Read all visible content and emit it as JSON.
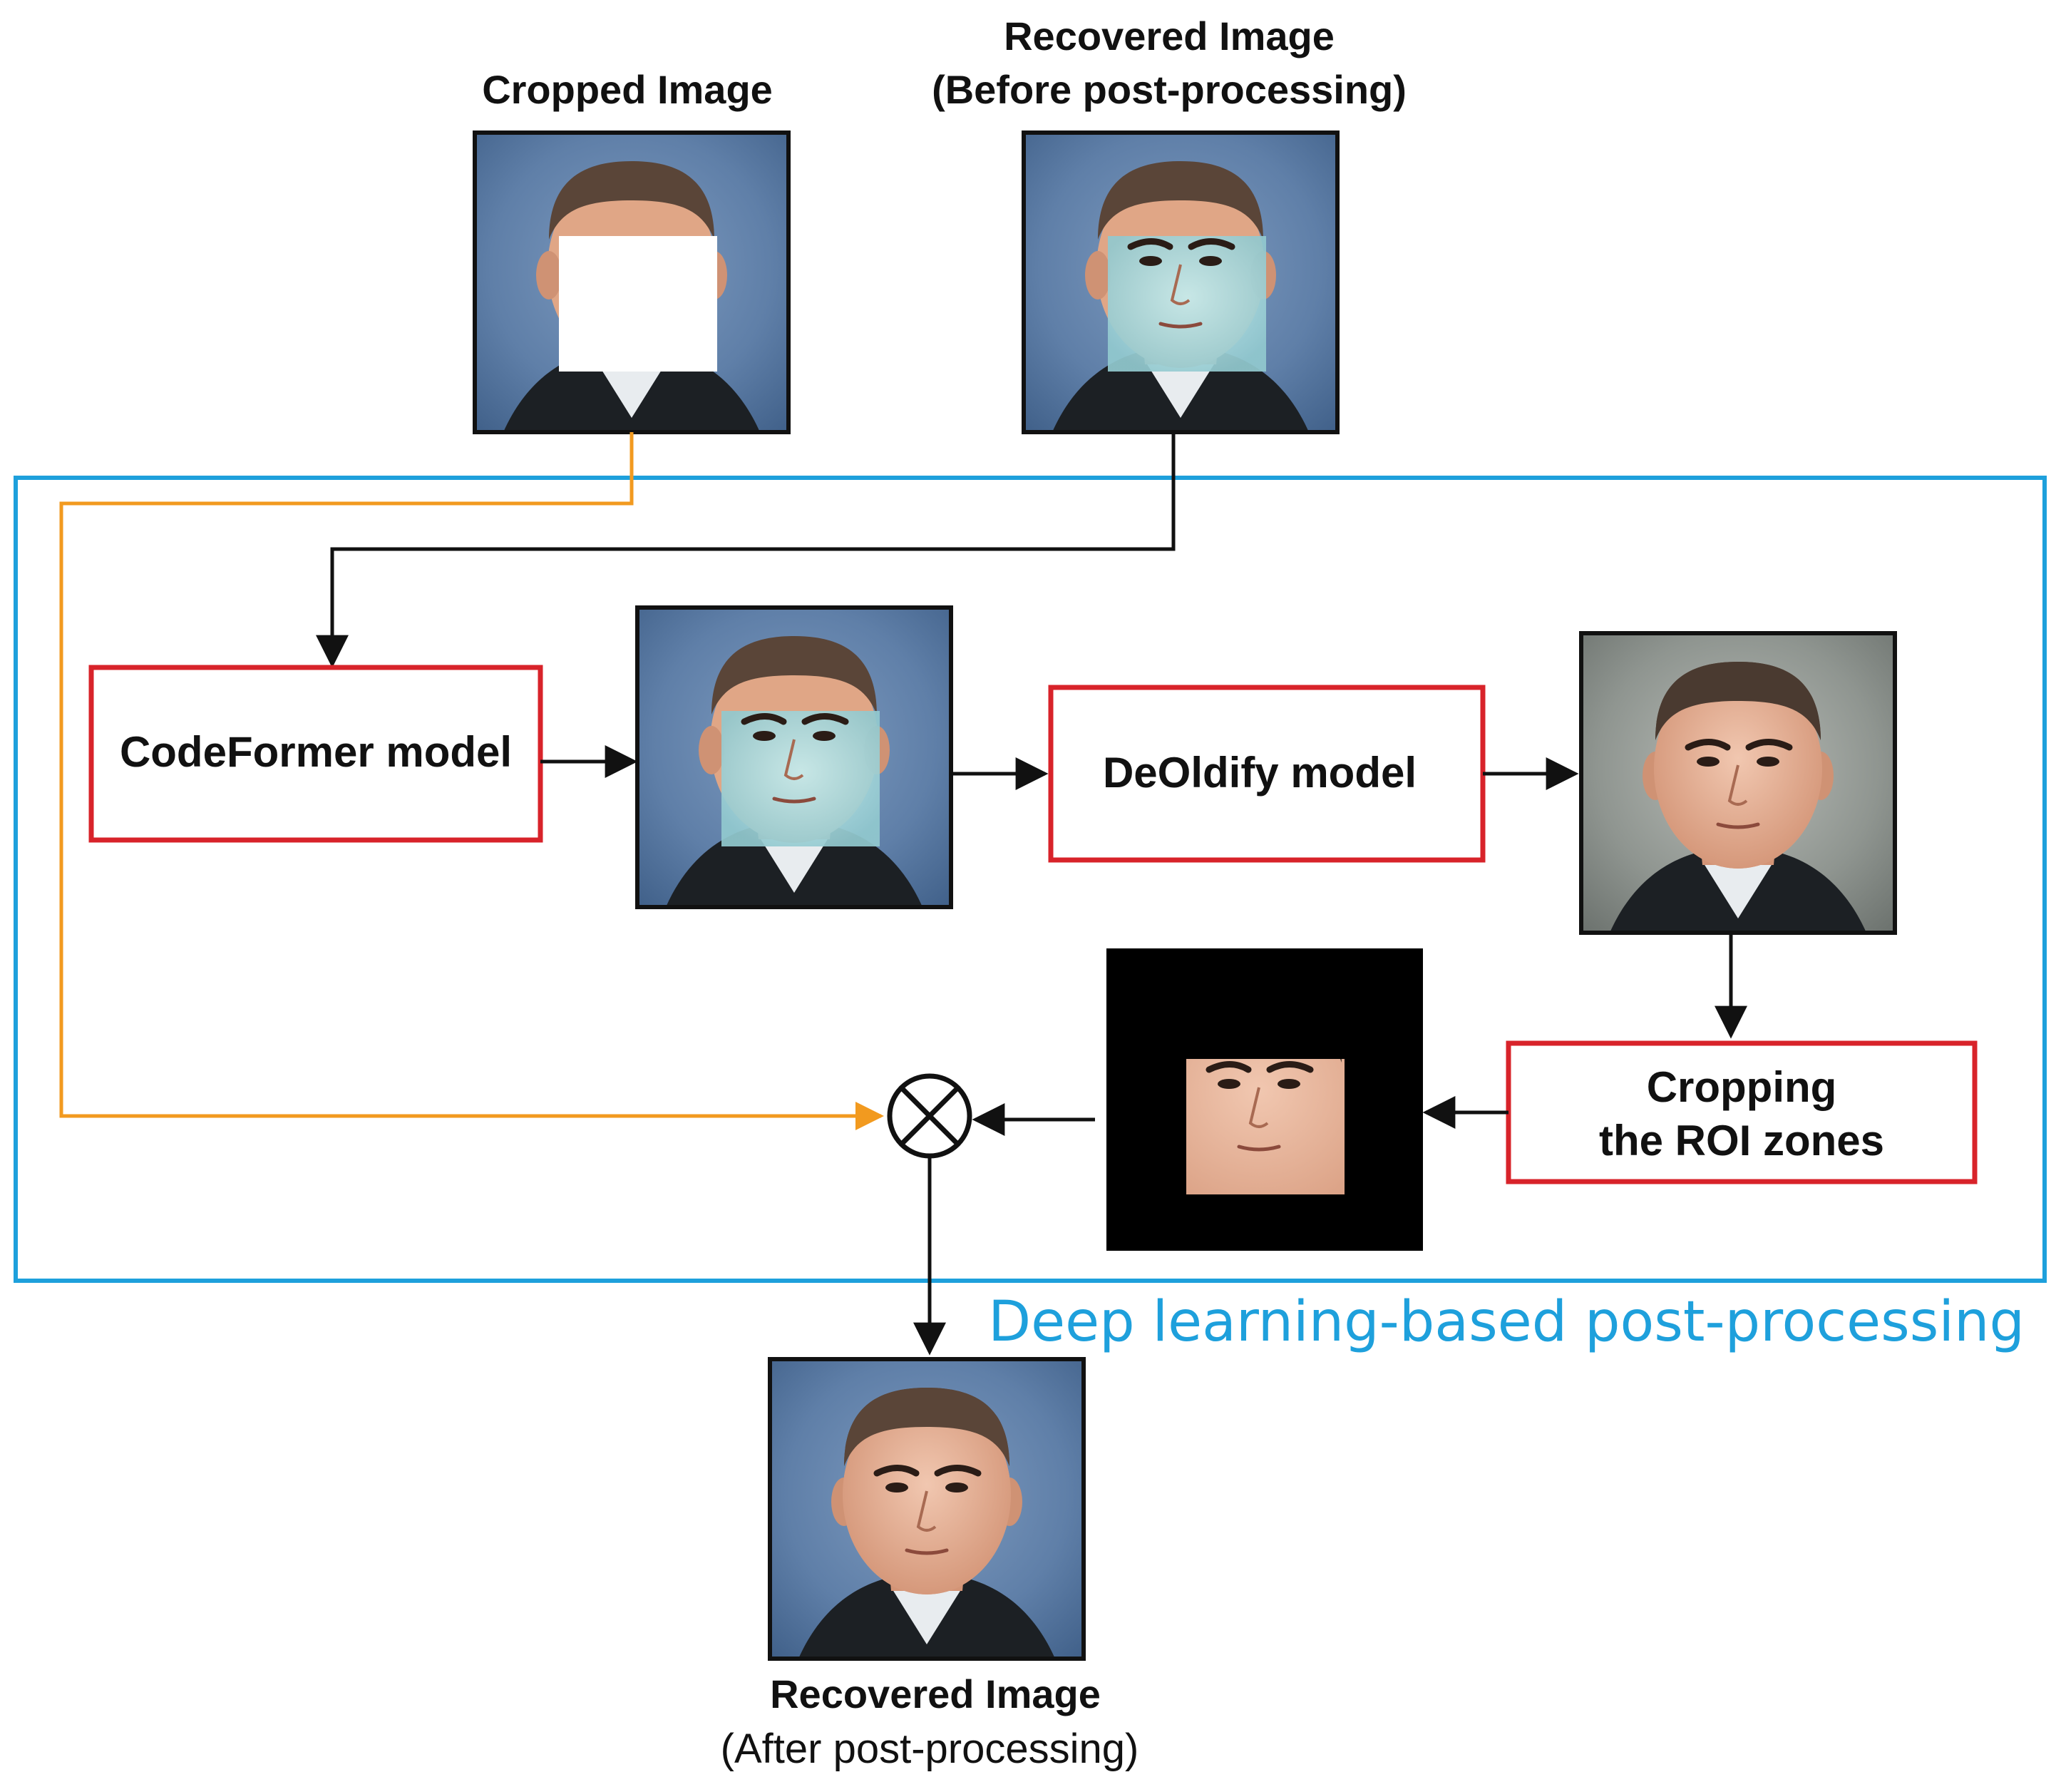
{
  "labels": {
    "cropped_image": "Cropped Image",
    "recovered_before_line1": "Recovered Image",
    "recovered_before_line2": "(Before post-processing)",
    "recovered_after_line1": "Recovered Image",
    "recovered_after_line2": "(After post-processing)"
  },
  "boxes": {
    "codeformer": "CodeFormer model",
    "deoldify": "DeOldify model",
    "cropping_line1": "Cropping",
    "cropping_line2": "the ROI zones"
  },
  "region": {
    "caption": "Deep learning-based post-processing"
  },
  "operator": {
    "symbol": "multiply-circle-icon"
  },
  "colors": {
    "region_border": "#1ea0dc",
    "box_border": "#d8232a",
    "orange_path": "#f29a1f",
    "arrow": "#111111",
    "background_blue": "#5d7ea6",
    "skin_colorized": "#e2a68a",
    "skin_cyan_patch": "#a8d8dc",
    "hair": "#5a4538",
    "suit": "#1c2024"
  }
}
